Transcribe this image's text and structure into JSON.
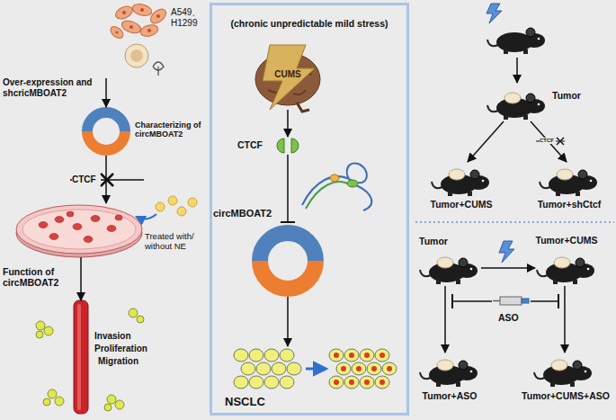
{
  "diagram": {
    "nodes": [
      {
        "text": [
          "(chronic unpredictable mild stress)"
        ]
      },
      {
        "text": [
          "A549、H1299"
        ]
      },
      {
        "text": [
          "Characterizing of circMBOAT2"
        ]
      },
      {
        "text": [
          "Treated with/ without NE"
        ]
      },
      {
        "text": [
          "Invasion",
          "Proliferation",
          "Migration"
        ]
      },
      {
        "text": [
          "CUMS"
        ],
        "in": 0
      },
      {
        "text": [
          "CTCF"
        ],
        "in": 0
      },
      {
        "text": [
          "circMBOAT2"
        ],
        "in": 0
      },
      {
        "text": [
          "NSCLC"
        ],
        "in": 0
      },
      {
        "text": [
          "Tumor"
        ]
      },
      {
        "text": [
          "Tumor+CUMS"
        ]
      },
      {
        "text": [
          "Tumor+shCtcf"
        ]
      },
      {
        "text": [
          "Tumor"
        ]
      },
      {
        "text": [
          "Tumor+CUMS"
        ]
      },
      {
        "text": [
          "Tumor+ASO"
        ]
      },
      {
        "text": [
          "Tumor+CUMS+ASO"
        ]
      }
    ],
    "edges": [
      {
        "from": 1,
        "to": 2,
        "arrow": "to",
        "label": "Over-expression and shcricMBOAT2"
      },
      {
        "from": 2,
        "to": 3,
        "arrow": "to"
      },
      {
        "from": 3,
        "to": 4,
        "arrow": "to",
        "label": "Function of circMBOAT2"
      },
      {
        "from": 5,
        "to": 6,
        "arrow": "to"
      },
      {
        "from": 6,
        "to": 7,
        "arrow": "none"
      },
      {
        "from": 7,
        "to": 8,
        "arrow": "to"
      },
      {
        "from": 9,
        "to": 10,
        "arrow": "to"
      },
      {
        "from": 9,
        "to": 11,
        "arrow": "to"
      },
      {
        "from": 12,
        "to": 13,
        "arrow": "to"
      },
      {
        "from": 12,
        "to": 14,
        "arrow": "to"
      },
      {
        "from": 13,
        "to": 15,
        "arrow": "to"
      }
    ],
    "labels": [
      "CTCF",
      "CTCF",
      "ASO"
    ]
  }
}
